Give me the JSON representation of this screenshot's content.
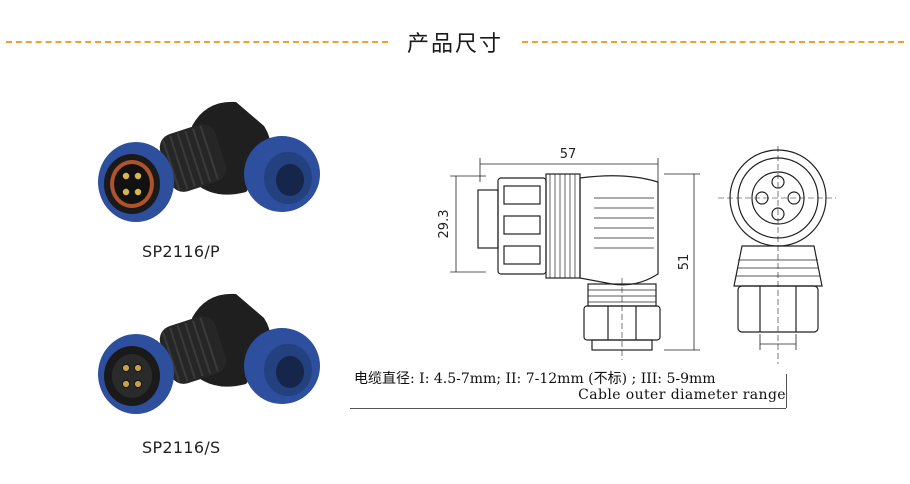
{
  "section": {
    "title": "产品尺寸"
  },
  "colors": {
    "accent_dash": "#f0a030",
    "connector_blue": "#2e4f9e",
    "connector_black": "#1c1c1c"
  },
  "products": [
    {
      "model": "SP2116/P",
      "variant": "pins"
    },
    {
      "model": "SP2116/S",
      "variant": "sockets"
    }
  ],
  "drawing": {
    "dimensions": {
      "width": "57",
      "height_front": "29.3",
      "height_total": "51"
    }
  },
  "spec": {
    "cn": "电缆直径: I: 4.5-7mm;  II: 7-12mm (不标) ; III: 5-9mm",
    "en": "Cable outer  diameter range"
  }
}
